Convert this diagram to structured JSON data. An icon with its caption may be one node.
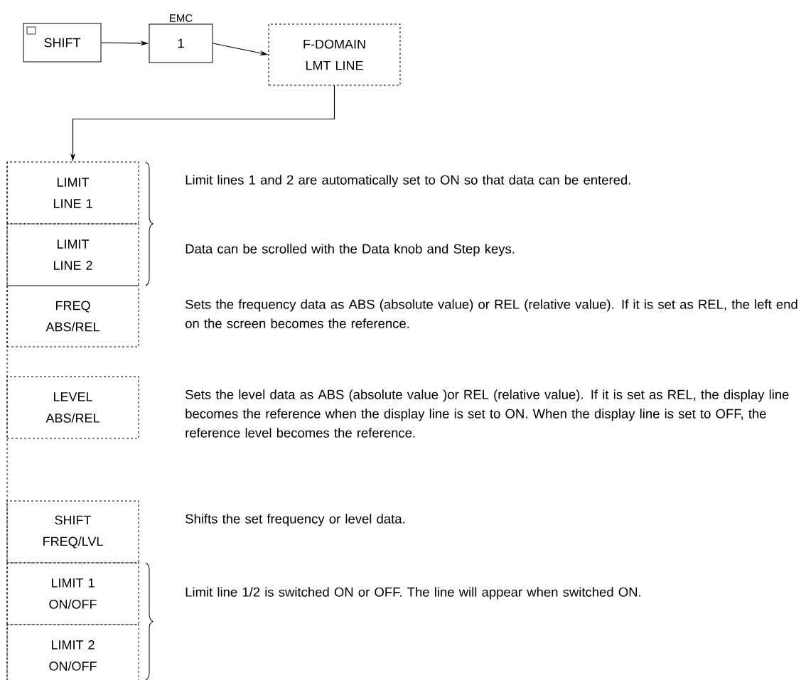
{
  "diagram": {
    "nodes": [
      {
        "text": [
          "SHIFT"
        ]
      },
      {
        "text": [
          "1"
        ],
        "beside": [
          "EMC"
        ]
      },
      {
        "text": [
          "F-DOMAIN LMT LINE"
        ]
      },
      {
        "text": [
          "LIMIT LINE 1"
        ]
      },
      {
        "text": [
          "LIMIT LINE 2"
        ]
      },
      {
        "text": [
          "FREQ ABS/REL"
        ]
      },
      {
        "text": [
          "LEVEL ABS/REL"
        ]
      },
      {
        "text": [
          "SHIFT FREQ/LVL"
        ]
      },
      {
        "text": [
          "LIMIT 1 ON/OFF"
        ]
      },
      {
        "text": [
          "LIMIT 2 ON/OFF"
        ]
      }
    ],
    "edges": [
      {
        "from": 0,
        "to": 1,
        "arrow": "to"
      },
      {
        "from": 1,
        "to": 2,
        "arrow": "to"
      },
      {
        "from": 2,
        "to": 3,
        "arrow": "to"
      }
    ],
    "labels": [
      "Limit lines 1 and 2 are automatically set to ON so that data can be entered.",
      "Data can be scrolled with the Data knob and Step keys.",
      "Sets the frequency data as ABS (absolute value) or REL (relative value). If it is set as REL, the left end on the screen becomes the reference.",
      "Sets the level data as ABS (absolute value )or REL (relative value). If it is set as REL, the display line becomes the reference when the display line is set to ON. When the display line is set to OFF, the reference level becomes the reference.",
      "Shifts the set frequency or level data.",
      "Limit line 1/2 is switched ON or OFF. The line will appear when switched ON."
    ]
  }
}
